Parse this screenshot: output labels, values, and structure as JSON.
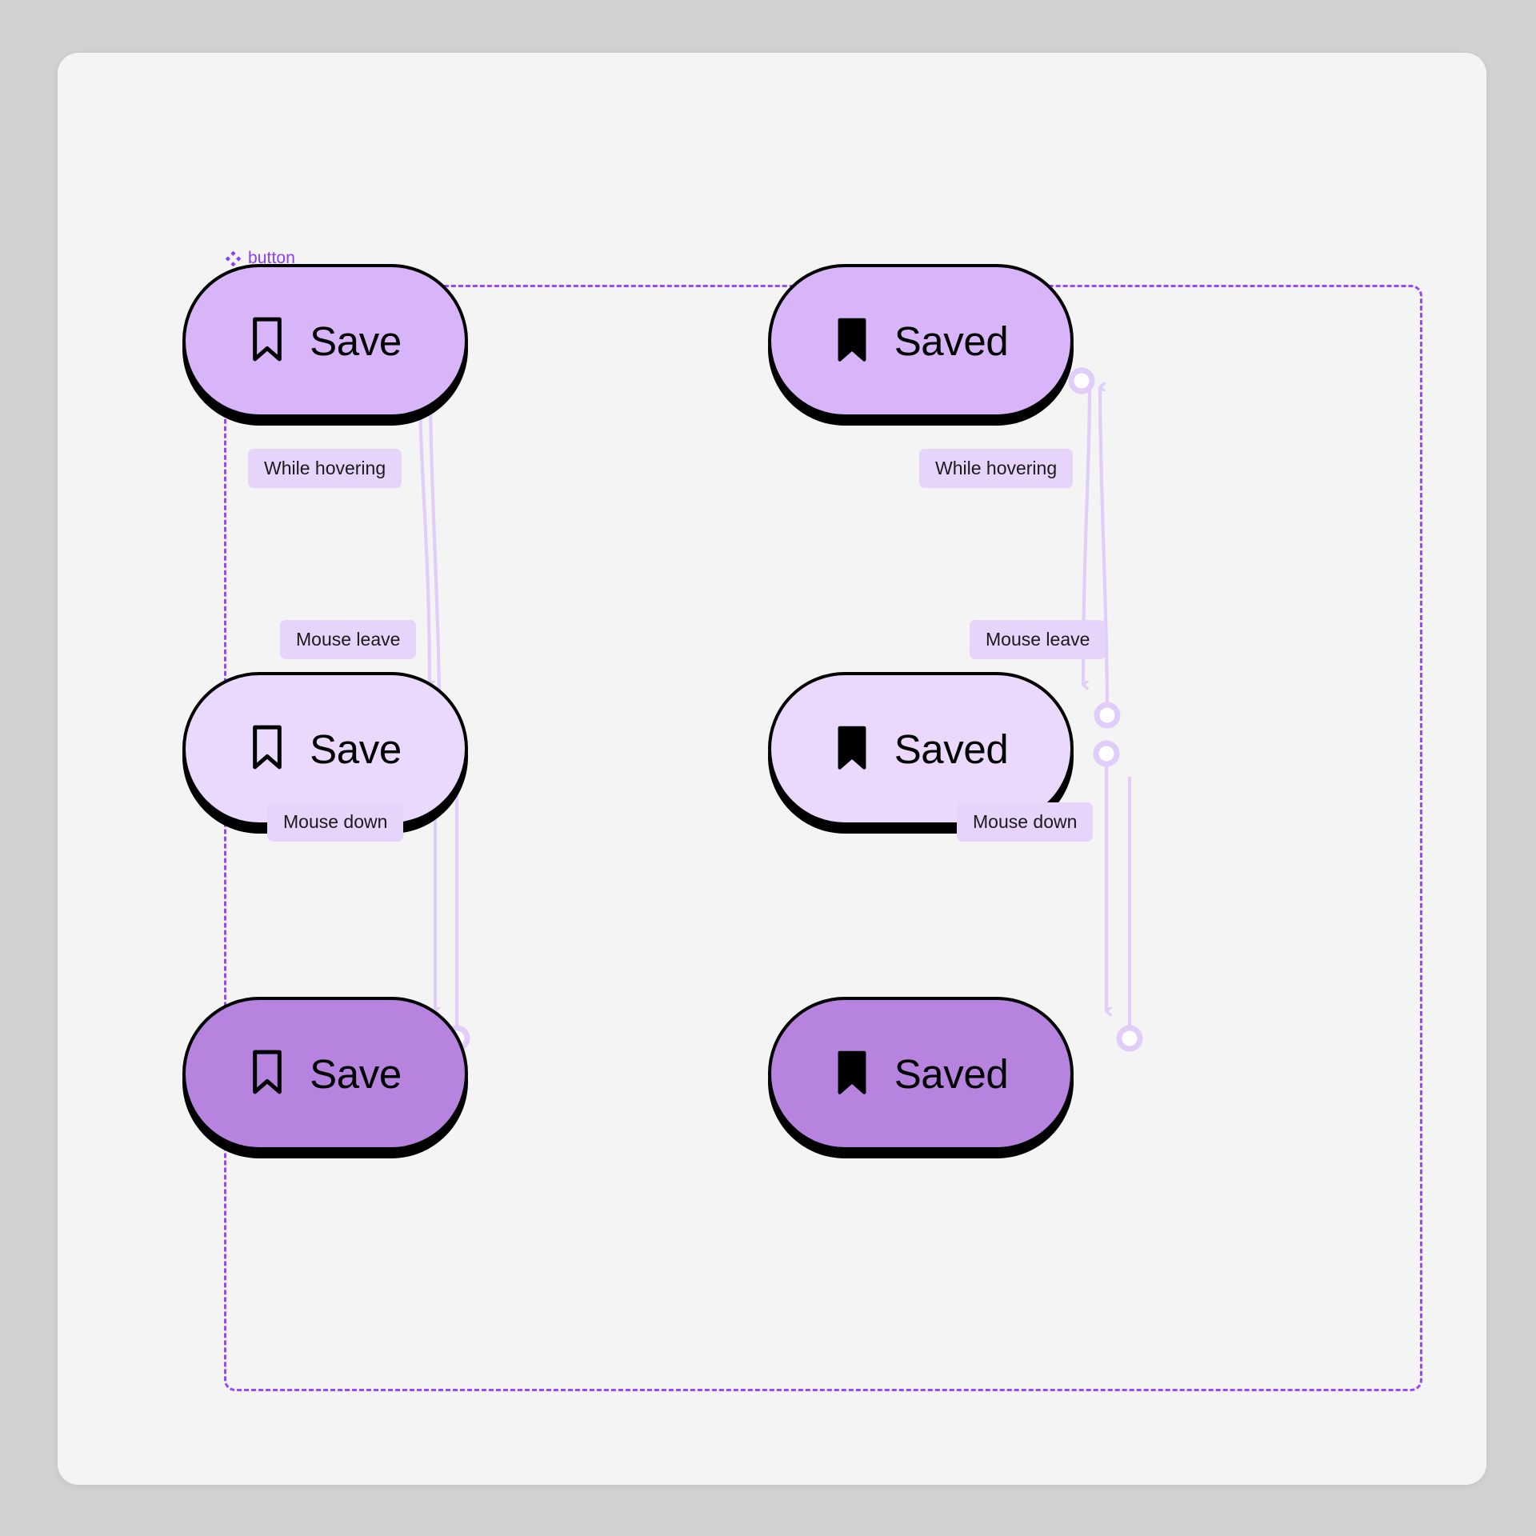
{
  "canvas": {
    "background_color": "#d2d2d2",
    "card_background_color": "#f4f4f4"
  },
  "component_set": {
    "name": "button",
    "icon": "component-set-diamond-icon",
    "accent_color": "#8b3dff",
    "frame_border_color": "#9747ff",
    "frame_border_style": "dashed"
  },
  "variants": [
    {
      "id": "save-default",
      "label": "Save",
      "icon": "bookmark-outline-icon",
      "state": "default",
      "fill": "#d8b4f8",
      "border_color": "#000000",
      "shadow_color": "#000000",
      "column": "left",
      "row": "top"
    },
    {
      "id": "save-hover",
      "label": "Save",
      "icon": "bookmark-outline-icon",
      "state": "hover",
      "fill": "#ead9fc",
      "border_color": "#000000",
      "shadow_color": "#000000",
      "column": "left",
      "row": "middle"
    },
    {
      "id": "save-pressed",
      "label": "Save",
      "icon": "bookmark-outline-icon",
      "state": "pressed",
      "fill": "#b683de",
      "border_color": "#000000",
      "shadow_color": "#000000",
      "column": "left",
      "row": "bottom"
    },
    {
      "id": "saved-default",
      "label": "Saved",
      "icon": "bookmark-filled-icon",
      "state": "default",
      "fill": "#d8b4f8",
      "border_color": "#000000",
      "shadow_color": "#000000",
      "column": "right",
      "row": "top"
    },
    {
      "id": "saved-hover",
      "label": "Saved",
      "icon": "bookmark-filled-icon",
      "state": "hover",
      "fill": "#ead9fc",
      "border_color": "#000000",
      "shadow_color": "#000000",
      "column": "right",
      "row": "middle"
    },
    {
      "id": "saved-pressed",
      "label": "Saved",
      "icon": "bookmark-filled-icon",
      "state": "pressed",
      "fill": "#b683de",
      "border_color": "#000000",
      "shadow_color": "#000000",
      "column": "right",
      "row": "bottom"
    }
  ],
  "interactions": [
    {
      "id": "left-hover",
      "trigger": "While hovering",
      "from": "save-default",
      "to": "save-hover",
      "column": "left"
    },
    {
      "id": "left-leave",
      "trigger": "Mouse leave",
      "from": "save-hover",
      "to": "save-default",
      "column": "left"
    },
    {
      "id": "left-down",
      "trigger": "Mouse down",
      "from": "save-hover",
      "to": "save-pressed",
      "column": "left"
    },
    {
      "id": "right-hover",
      "trigger": "While hovering",
      "from": "saved-default",
      "to": "saved-hover",
      "column": "right"
    },
    {
      "id": "right-leave",
      "trigger": "Mouse leave",
      "from": "saved-hover",
      "to": "saved-default",
      "column": "right"
    },
    {
      "id": "right-down",
      "trigger": "Mouse down",
      "from": "saved-hover",
      "to": "saved-pressed",
      "column": "right"
    }
  ],
  "connector_style": {
    "line_color": "#e0cdf9",
    "endpoint_fill": "#ffffff",
    "endpoint_ring": "#e0cdf9",
    "label_background": "#e6d4fb",
    "label_text_color": "#1a1a1a"
  }
}
